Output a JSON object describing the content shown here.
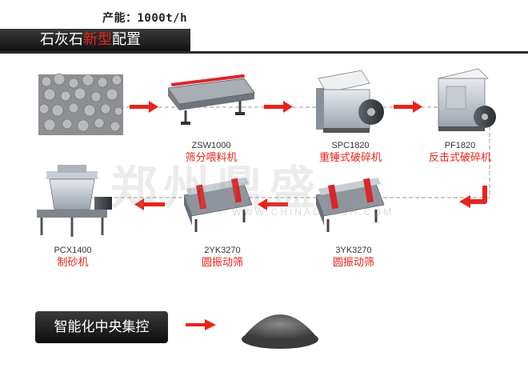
{
  "header": {
    "capacity": "产能：1000t/h",
    "title_pre": "石灰石",
    "title_highlight": "新型",
    "title_post": "配置"
  },
  "machines": [
    {
      "model": "ZSW1000",
      "name": "筛分喂料机"
    },
    {
      "model": "SPC1820",
      "name": "重锤式破碎机"
    },
    {
      "model": "PF1820",
      "name": "反击式破碎机"
    },
    {
      "model": "3YK3270",
      "name": "圆振动筛"
    },
    {
      "model": "2YK3270",
      "name": "圆振动筛"
    },
    {
      "model": "PCX1400",
      "name": "制砂机"
    }
  ],
  "watermark": {
    "text": "郑州鼎盛",
    "registered": "®",
    "url": "WWW.CHINACRUSH.COM"
  },
  "control": {
    "label": "智能化中央集控"
  },
  "colors": {
    "arrow": "#e8231b",
    "flow_line": "#999999",
    "dark": "#1a1a1a"
  }
}
